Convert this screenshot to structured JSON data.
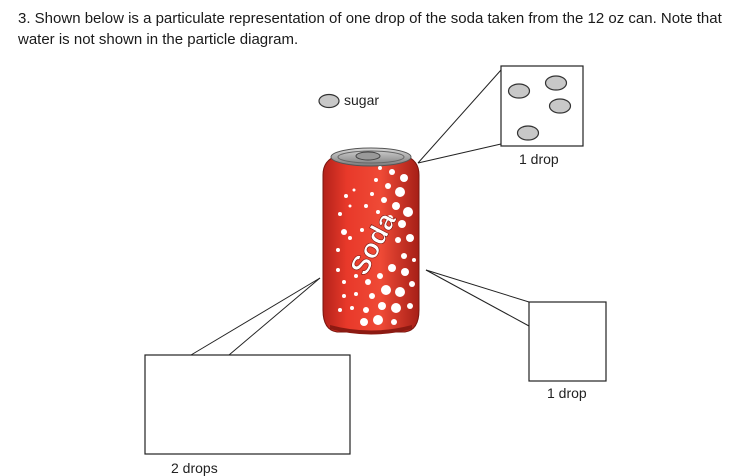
{
  "question": {
    "text": "3. Shown below is a particulate representation of one drop of the soda taken from the 12 oz can. Note that water is not shown in the particle diagram."
  },
  "legend": {
    "label": "sugar"
  },
  "can": {
    "brand": "Soda",
    "colors": {
      "body": "#e8392a",
      "dark": "#b3221a",
      "lid": "#8c8c8c",
      "particle": "#ffffff"
    }
  },
  "boxes": {
    "top_right": {
      "label": "1 drop",
      "particle_count": 4
    },
    "bottom_right": {
      "label": "1 drop",
      "particle_count": 0
    },
    "bottom_left": {
      "label": "2 drops",
      "particle_count": 0
    }
  }
}
